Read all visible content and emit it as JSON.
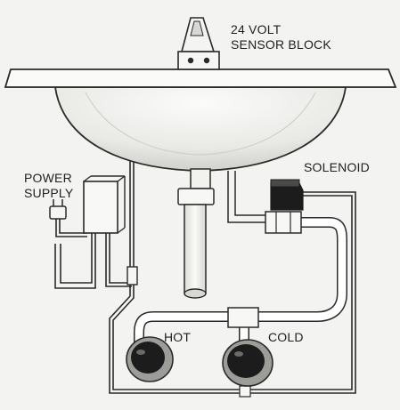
{
  "labels": {
    "sensor_block_line1": "24 VOLT",
    "sensor_block_line2": "SENSOR BLOCK",
    "solenoid": "SOLENOID",
    "power_supply_line1": "POWER",
    "power_supply_line2": "SUPPLY",
    "hot": "HOT",
    "cold": "COLD"
  },
  "colors": {
    "line": "#2a2a2a",
    "sink": "#f6f6f4",
    "bowl_shade": "#e2e2de",
    "dark_part": "#1c1c1c",
    "pipe": "#ffffff"
  }
}
